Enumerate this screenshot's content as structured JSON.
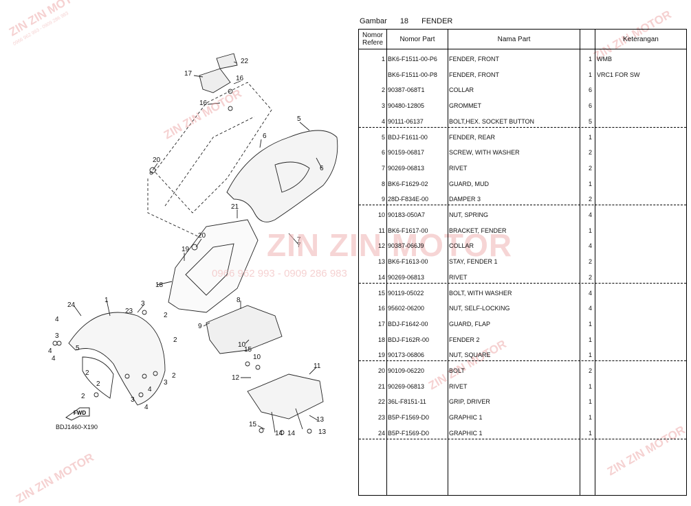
{
  "header": {
    "gambar_label": "Gambar",
    "gambar_number": "18",
    "figure_title": "FENDER"
  },
  "columns": {
    "nomor_refere": "Nomor Refere",
    "nomor_part": "Nomor Part",
    "nama_part": "Nama Part",
    "qty": "",
    "keterangan": "Keterangan"
  },
  "rows": [
    {
      "no": "1",
      "part": "BK6-F1511-00-P6",
      "name": "FENDER, FRONT",
      "qty": "1",
      "ket": "WMB"
    },
    {
      "no": "",
      "part": "BK6-F1511-00-P8",
      "name": "FENDER, FRONT",
      "qty": "1",
      "ket": "VRC1 FOR SW"
    },
    {
      "no": "2",
      "part": "90387-068T1",
      "name": "COLLAR",
      "qty": "6",
      "ket": ""
    },
    {
      "no": "3",
      "part": "90480-12805",
      "name": "GROMMET",
      "qty": "6",
      "ket": ""
    },
    {
      "no": "4",
      "part": "90111-06137",
      "name": "BOLT,HEX. SOCKET BUTTON",
      "qty": "5",
      "ket": ""
    },
    {
      "no": "5",
      "part": "BDJ-F1611-00",
      "name": "FENDER, REAR",
      "qty": "1",
      "ket": ""
    },
    {
      "no": "6",
      "part": "90159-06817",
      "name": "SCREW, WITH WASHER",
      "qty": "2",
      "ket": ""
    },
    {
      "no": "7",
      "part": "90269-06813",
      "name": "RIVET",
      "qty": "2",
      "ket": ""
    },
    {
      "no": "8",
      "part": "BK6-F1629-02",
      "name": "GUARD, MUD",
      "qty": "1",
      "ket": ""
    },
    {
      "no": "9",
      "part": "28D-F834E-00",
      "name": "DAMPER 3",
      "qty": "2",
      "ket": ""
    },
    {
      "no": "10",
      "part": "90183-050A7",
      "name": "NUT, SPRING",
      "qty": "4",
      "ket": ""
    },
    {
      "no": "11",
      "part": "BK6-F1617-00",
      "name": "BRACKET, FENDER",
      "qty": "1",
      "ket": ""
    },
    {
      "no": "12",
      "part": "90387-066J9",
      "name": "COLLAR",
      "qty": "4",
      "ket": ""
    },
    {
      "no": "13",
      "part": "BK6-F1613-00",
      "name": "STAY, FENDER 1",
      "qty": "2",
      "ket": ""
    },
    {
      "no": "14",
      "part": "90269-06813",
      "name": "RIVET",
      "qty": "2",
      "ket": ""
    },
    {
      "no": "15",
      "part": "90119-05022",
      "name": "BOLT, WITH WASHER",
      "qty": "4",
      "ket": ""
    },
    {
      "no": "16",
      "part": "95602-06200",
      "name": "NUT, SELF-LOCKING",
      "qty": "4",
      "ket": ""
    },
    {
      "no": "17",
      "part": "BDJ-F1642-00",
      "name": "GUARD, FLAP",
      "qty": "1",
      "ket": ""
    },
    {
      "no": "18",
      "part": "BDJ-F162R-00",
      "name": "FENDER 2",
      "qty": "1",
      "ket": ""
    },
    {
      "no": "19",
      "part": "90173-06806",
      "name": "NUT, SQUARE",
      "qty": "1",
      "ket": ""
    },
    {
      "no": "20",
      "part": "90109-06220",
      "name": "BOLT",
      "qty": "2",
      "ket": ""
    },
    {
      "no": "21",
      "part": "90269-06813",
      "name": "RIVET",
      "qty": "1",
      "ket": ""
    },
    {
      "no": "22",
      "part": "36L-F8151-11",
      "name": "GRIP, DRIVER",
      "qty": "1",
      "ket": ""
    },
    {
      "no": "23",
      "part": "B5P-F1569-D0",
      "name": "GRAPHIC 1",
      "qty": "1",
      "ket": ""
    },
    {
      "no": "24",
      "part": "B5P-F1569-D0",
      "name": "GRAPHIC 1",
      "qty": "1",
      "ket": ""
    }
  ],
  "diagram": {
    "caption": "BDJ1460-X190",
    "fwd_label": "FWD",
    "callouts": [
      "22",
      "17",
      "16",
      "16",
      "5",
      "6",
      "20",
      "6",
      "21",
      "20",
      "7",
      "19",
      "18",
      "24",
      "1",
      "3",
      "4",
      "5",
      "3",
      "4",
      "23",
      "2",
      "2",
      "2",
      "8",
      "9",
      "10",
      "10",
      "15",
      "11",
      "12",
      "13",
      "15",
      "13",
      "14",
      "14",
      "2",
      "3",
      "4",
      "2",
      "2",
      "4",
      "3",
      "4",
      "7"
    ]
  },
  "watermark": {
    "brand": "ZIN ZIN MOTOR",
    "phone": "0966 962 993 - 0909 286 983",
    "color": "#ea9a9a"
  }
}
